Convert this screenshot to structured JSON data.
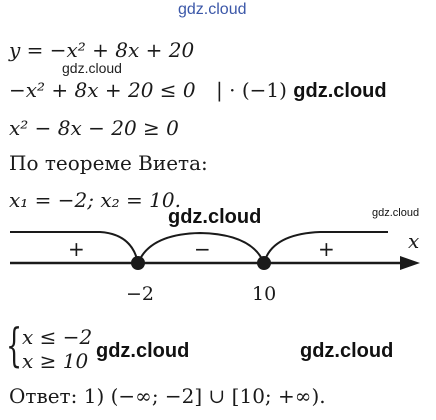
{
  "watermarks": {
    "top": "gdz.cloud",
    "w1": "gdz.cloud",
    "w2": "gdz.cloud",
    "w3": "gdz.cloud",
    "w4": "gdz.cloud",
    "w5": "gdz.cloud",
    "w6": "gdz.cloud"
  },
  "lines": {
    "l1": "y = −x² + 8x + 20",
    "l2_expr": "−x² + 8x + 20 ≤ 0",
    "l2_op": "| · (−1)",
    "l3": "x² − 8x − 20 ≥ 0",
    "l4": "По теореме Виета:",
    "l5": "x₁ = −2;   x₂ = 10."
  },
  "number_line": {
    "variable": "x",
    "signs": [
      "+",
      "−",
      "+"
    ],
    "points": [
      "−2",
      "10"
    ]
  },
  "system": {
    "row1": "x ≤ −2",
    "row2": "x ≥ 10"
  },
  "answer": "Ответ: 1) (−∞; −2] ∪ [10; +∞)."
}
